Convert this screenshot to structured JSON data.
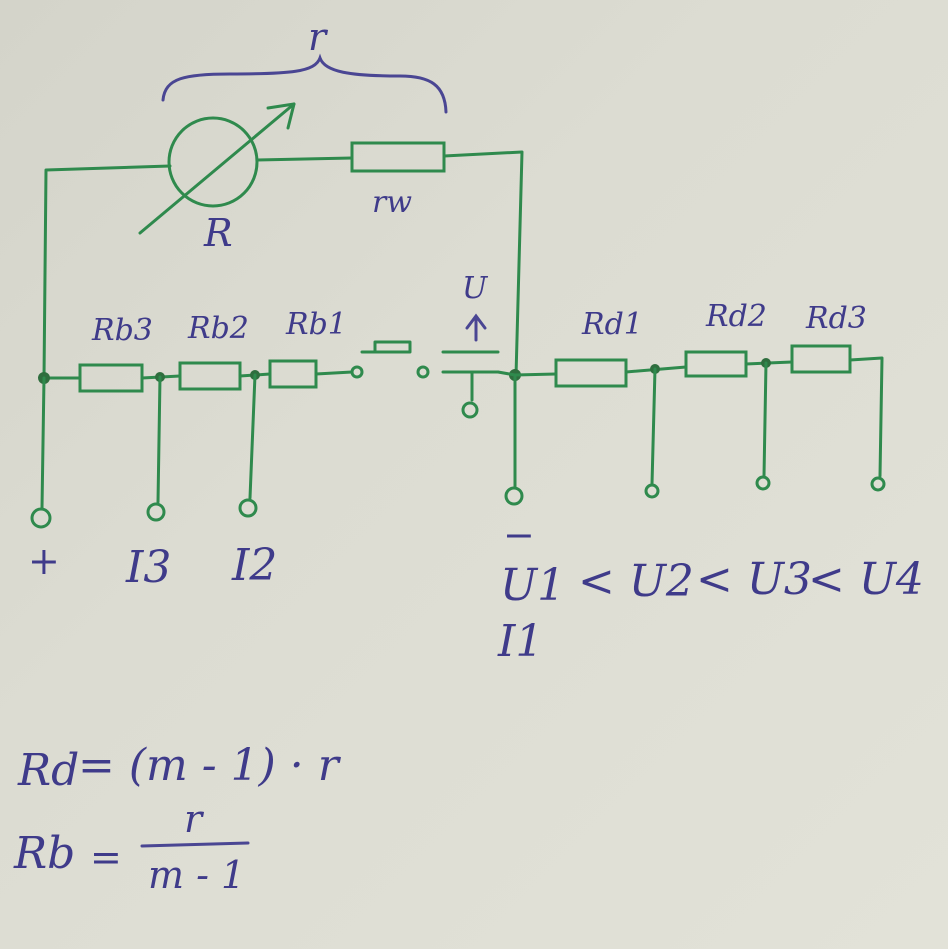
{
  "colors": {
    "wire": "#2f8a4d",
    "ink": "#4a4693",
    "paper": "#dcdcd2"
  },
  "labels": {
    "r_brace": "r",
    "meter": "R",
    "r_w": "rw",
    "u_source": "U",
    "rb3": "Rb3",
    "rb2": "Rb2",
    "rb1": "Rb1",
    "rd1": "Rd1",
    "rd2": "Rd2",
    "rd3": "Rd3",
    "plus": "+",
    "minus": "−",
    "i3": "I3",
    "i2": "I2",
    "u1": "U1",
    "i1": "I1",
    "u2": "< U2",
    "u3": "< U3",
    "u4": "< U4"
  },
  "formulas": {
    "rd_lhs": "Rd",
    "rd_rhs": "= (m - 1) · r",
    "rb_lhs": "Rb",
    "rb_eq": "=",
    "rb_num": "r",
    "rb_den": "m - 1"
  }
}
